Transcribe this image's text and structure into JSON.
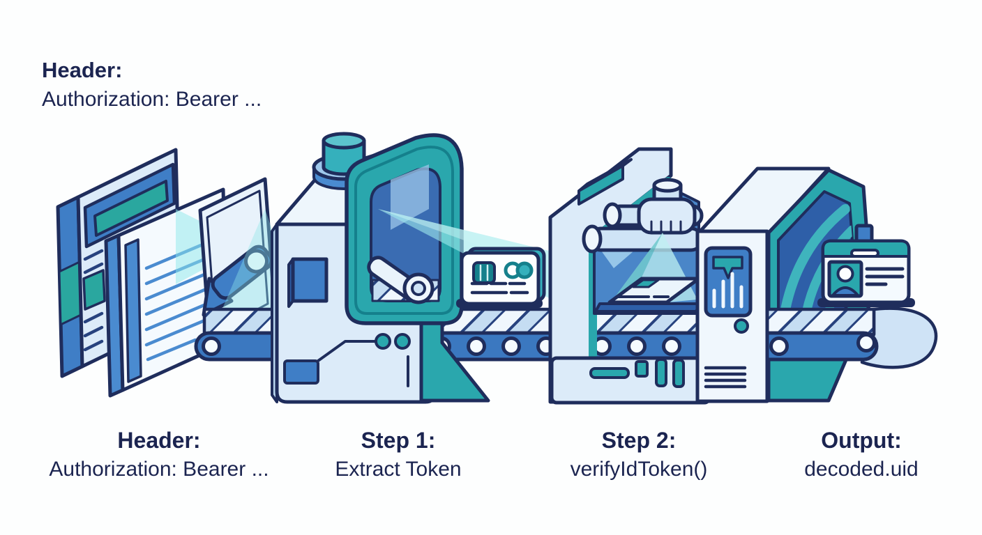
{
  "top_note": {
    "title": "Header:",
    "subtitle": "Authorization: Bearer ..."
  },
  "captions": [
    {
      "id": "header",
      "title": "Header:",
      "subtitle": "Authorization: Bearer ..."
    },
    {
      "id": "step-1",
      "title": "Step 1:",
      "subtitle": "Extract Token"
    },
    {
      "id": "step-2",
      "title": "Step 2:",
      "subtitle": "verifyIdToken()"
    },
    {
      "id": "output",
      "title": "Output:",
      "subtitle": "decoded.uid"
    }
  ],
  "illustration": {
    "stages": [
      "browser-request-window",
      "scanner-plate-arm",
      "extract-token-machine",
      "token-card",
      "verify-token-scanner-machine",
      "output-machine",
      "id-badge",
      "conveyor-belt"
    ],
    "icons": [
      "credit-card-chip-icon",
      "id-badge-person-icon",
      "download-funnel-icon",
      "bar-chart-icon",
      "scan-beam"
    ]
  },
  "colors": {
    "navy_outline": "#1f2d5c",
    "text_navy": "#1b2450",
    "blue": "#3f7ec6",
    "blue_dark": "#2e5fa8",
    "teal": "#2aa7ad",
    "teal_dark": "#15808c",
    "light_blue": "#d8eafa",
    "beam_cyan": "#8ee7e9",
    "background": "#fdfefe"
  }
}
